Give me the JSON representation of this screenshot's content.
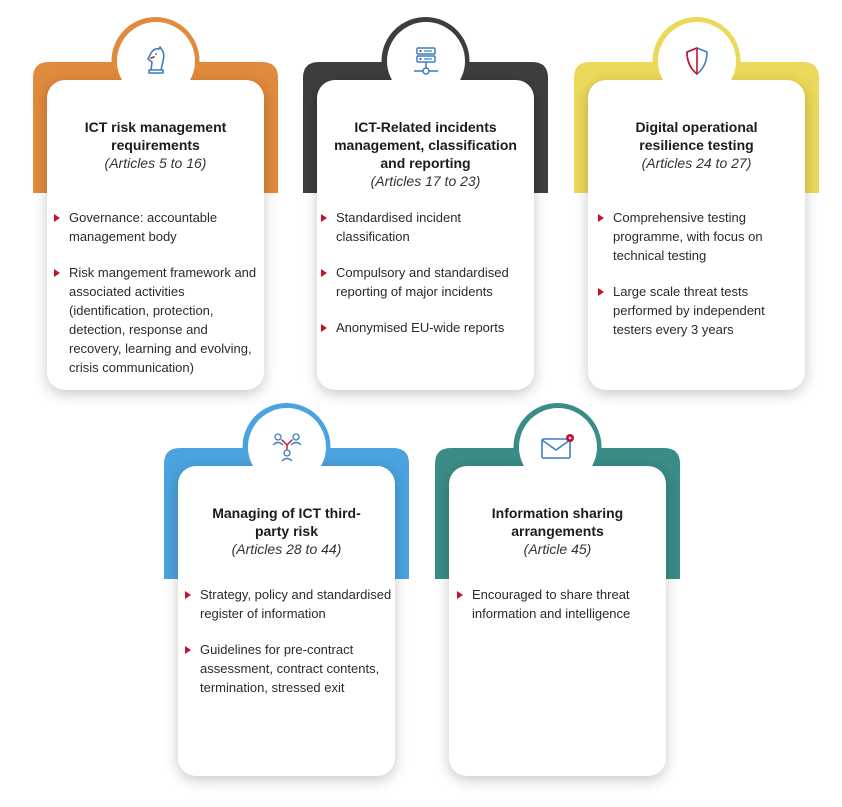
{
  "pillars": [
    {
      "id": "ict-risk",
      "color": "#e08a3c",
      "icon": "chess-knight-icon",
      "title": "ICT risk management requirements",
      "articles": "(Articles 5 to 16)",
      "bullets": [
        "Governance: accountable management body",
        "Risk mangement framework and associated activities (identification, protection, detection, response and recovery, learning and evolving, crisis communication)"
      ]
    },
    {
      "id": "incidents",
      "color": "#3d3d3d",
      "icon": "server-network-icon",
      "title": "ICT-Related incidents management, classification and reporting",
      "articles": "(Articles 17 to 23)",
      "bullets": [
        "Standardised incident classification",
        "Compulsory and standardised reporting of major incidents",
        "Anonymised EU-wide reports"
      ]
    },
    {
      "id": "testing",
      "color": "#ecd85a",
      "icon": "shield-icon",
      "title": "Digital operational resilience testing",
      "articles": "(Articles 24 to 27)",
      "bullets": [
        "Comprehensive testing programme, with focus on technical testing",
        "Large scale threat tests performed by independent testers every 3 years"
      ]
    },
    {
      "id": "third-party",
      "color": "#4aa3de",
      "icon": "people-network-icon",
      "title": "Managing of ICT third-party risk",
      "articles": "(Articles 28 to 44)",
      "bullets": [
        "Strategy, policy and standardised register of information",
        "Guidelines for pre-contract assessment, contract contents, termination, stressed exit"
      ]
    },
    {
      "id": "info-sharing",
      "color": "#3a8c86",
      "icon": "envelope-notification-icon",
      "title": "Information sharing arrangements",
      "articles": "(Article 45)",
      "bullets": [
        "Encouraged to share threat information and intelligence"
      ]
    }
  ]
}
